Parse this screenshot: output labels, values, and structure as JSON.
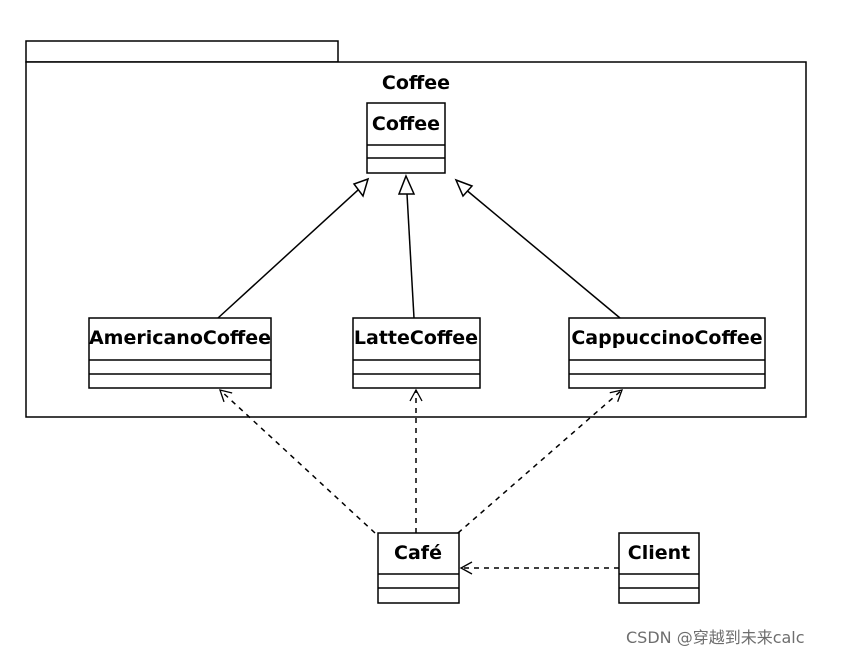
{
  "package": {
    "name": "Coffee"
  },
  "classes": {
    "coffee": "Coffee",
    "americano": "AmericanoCoffee",
    "latte": "LatteCoffee",
    "cappuccino": "CappuccinoCoffee",
    "cafe": "Café",
    "client": "Client"
  },
  "watermark": "CSDN @穿越到未来calc"
}
